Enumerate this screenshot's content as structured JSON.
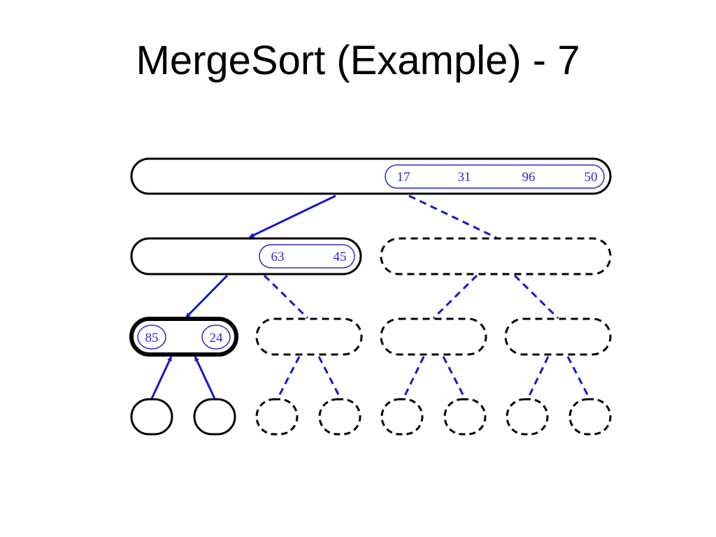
{
  "slide": {
    "title": "MergeSort (Example) - 7"
  },
  "colors": {
    "node_stroke": "#000000",
    "edge_blue": "#1515d0",
    "value_blue": "#2a2ad0"
  },
  "tree": {
    "root": {
      "values": [
        "17",
        "31",
        "96",
        "50"
      ],
      "state": "active"
    },
    "level1": [
      {
        "values": [
          "63",
          "45"
        ],
        "state": "active"
      },
      {
        "values": [],
        "state": "pending"
      }
    ],
    "level2": [
      {
        "values": [
          "85",
          "24"
        ],
        "state": "current"
      },
      {
        "values": [],
        "state": "pending"
      },
      {
        "values": [],
        "state": "pending"
      },
      {
        "values": [],
        "state": "pending"
      }
    ],
    "leaves": [
      {
        "state": "done"
      },
      {
        "state": "done"
      },
      {
        "state": "pending"
      },
      {
        "state": "pending"
      },
      {
        "state": "pending"
      },
      {
        "state": "pending"
      },
      {
        "state": "pending"
      },
      {
        "state": "pending"
      }
    ]
  }
}
